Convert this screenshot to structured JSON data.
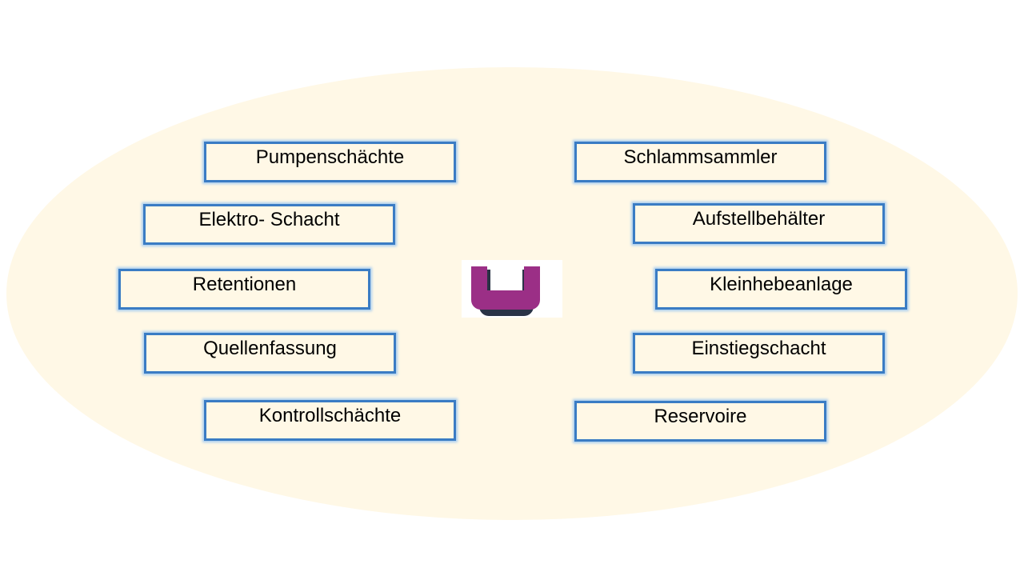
{
  "left_items": [
    {
      "label": "Pumpenschächte"
    },
    {
      "label": "Elektro- Schacht"
    },
    {
      "label": "Retentionen"
    },
    {
      "label": "Quellenfassung"
    },
    {
      "label": "Kontrollschächte"
    }
  ],
  "right_items": [
    {
      "label": "Schlammsammler"
    },
    {
      "label": "Aufstellbehälter"
    },
    {
      "label": "Kleinhebeanlage"
    },
    {
      "label": "Einstiegschacht"
    },
    {
      "label": "Reservoire"
    }
  ],
  "colors": {
    "logo_primary": "#9b2f86",
    "logo_shadow": "#2a3346",
    "border": "#3a7cc4",
    "background": "#fff8e6"
  }
}
